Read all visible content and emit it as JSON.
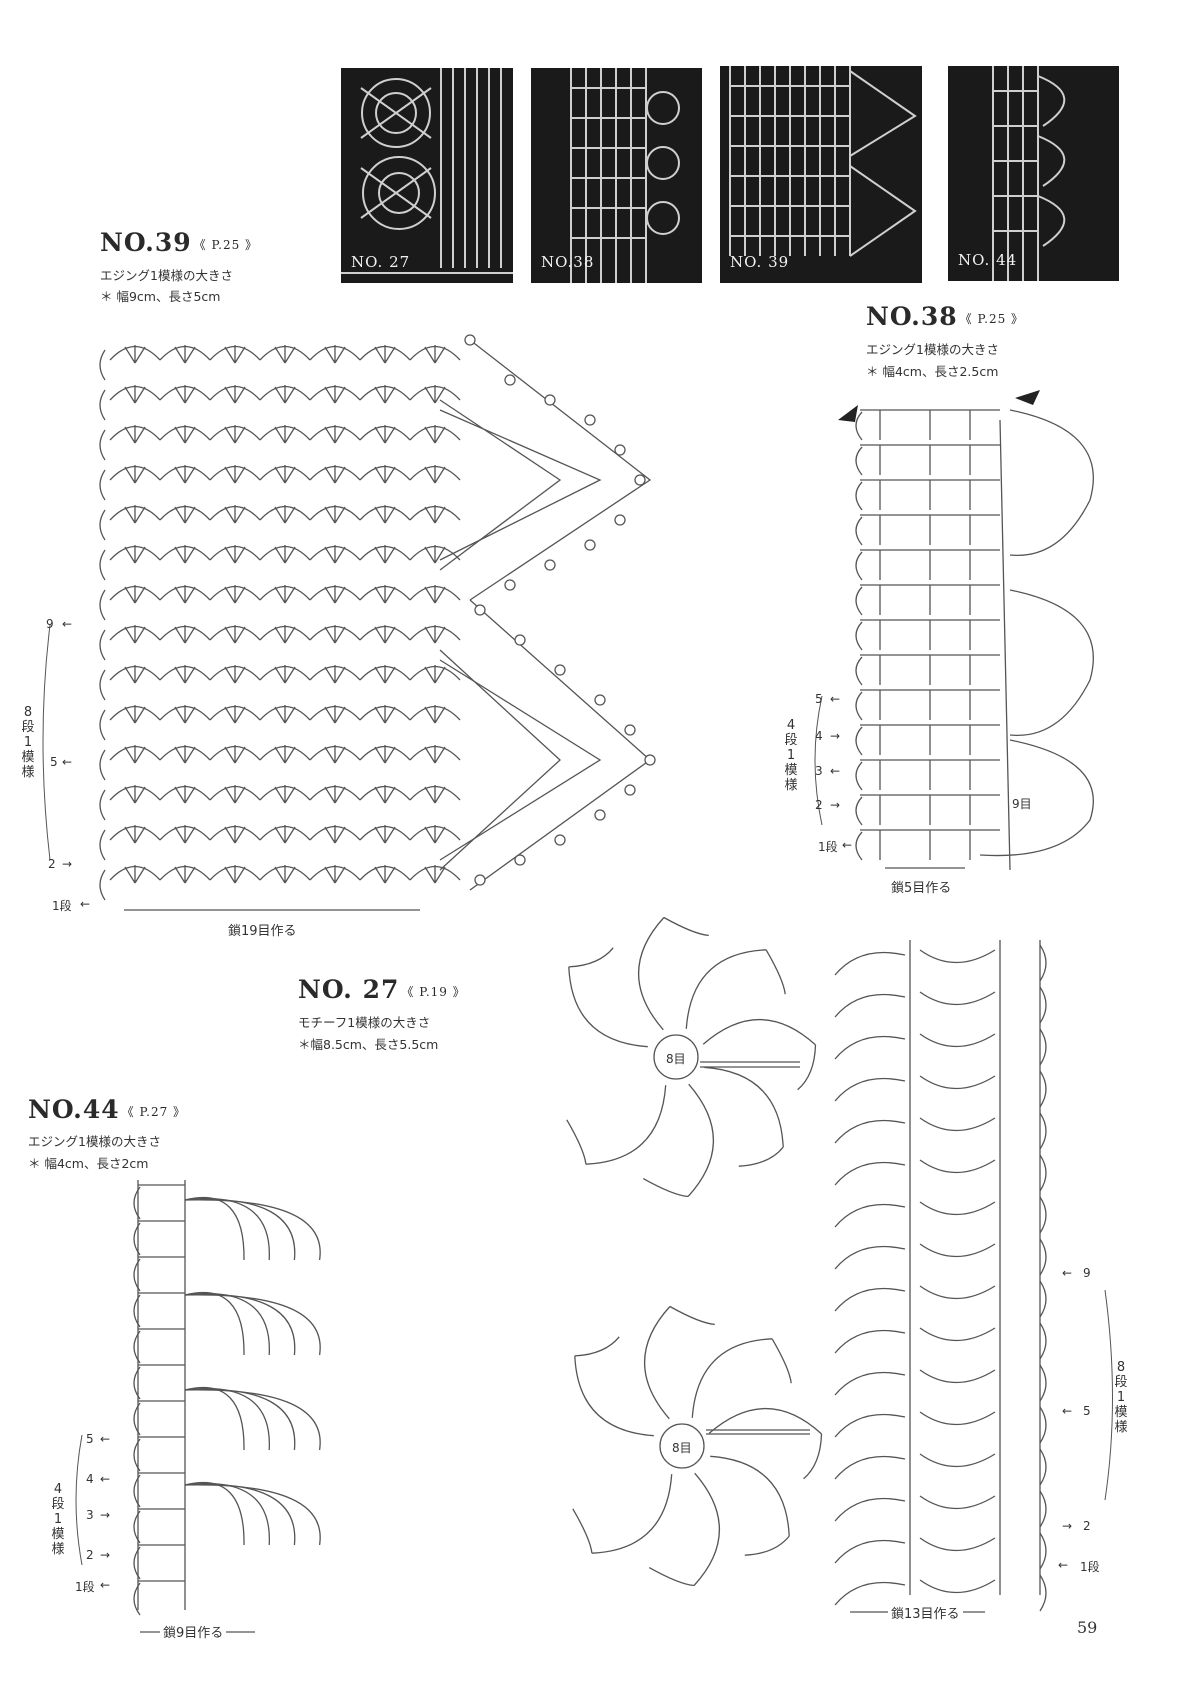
{
  "photos": [
    {
      "label": "NO. 27"
    },
    {
      "label": "NO.38"
    },
    {
      "label": "NO. 39"
    },
    {
      "label": "NO. 44"
    }
  ],
  "patterns": {
    "no39": {
      "title": "NO.39",
      "ref": "《 P.25 》",
      "desc": "エジング1模様の大きさ",
      "size": "＊ 幅9cm、長さ5cm",
      "repeat": "8段1模様",
      "rows": [
        "9",
        "5",
        "2",
        "1段"
      ],
      "chain": "鎖19目作る"
    },
    "no38": {
      "title": "NO.38",
      "ref": "《 P.25 》",
      "desc": "エジング1模様の大きさ",
      "size": "＊ 幅4cm、長さ2.5cm",
      "repeat": "4段1模様",
      "rows": [
        "5",
        "4",
        "3",
        "2",
        "1段"
      ],
      "chain": "鎖5目作る",
      "note": "9目"
    },
    "no27": {
      "title": "NO. 27",
      "ref": "《 P.19 》",
      "desc": "モチーフ1模様の大きさ",
      "size": "＊幅8.5cm、長さ5.5cm",
      "repeat": "8段1模様",
      "rows": [
        "9",
        "5",
        "2",
        "1段"
      ],
      "chain": "鎖13目作る",
      "center": "8目"
    },
    "no44": {
      "title": "NO.44",
      "ref": "《 P.27 》",
      "desc": "エジング1模様の大きさ",
      "size": "＊ 幅4cm、長さ2cm",
      "repeat": "4段1模様",
      "rows": [
        "5",
        "4",
        "3",
        "2",
        "1段"
      ],
      "chain": "鎖9目作る"
    }
  },
  "page_number": "59"
}
